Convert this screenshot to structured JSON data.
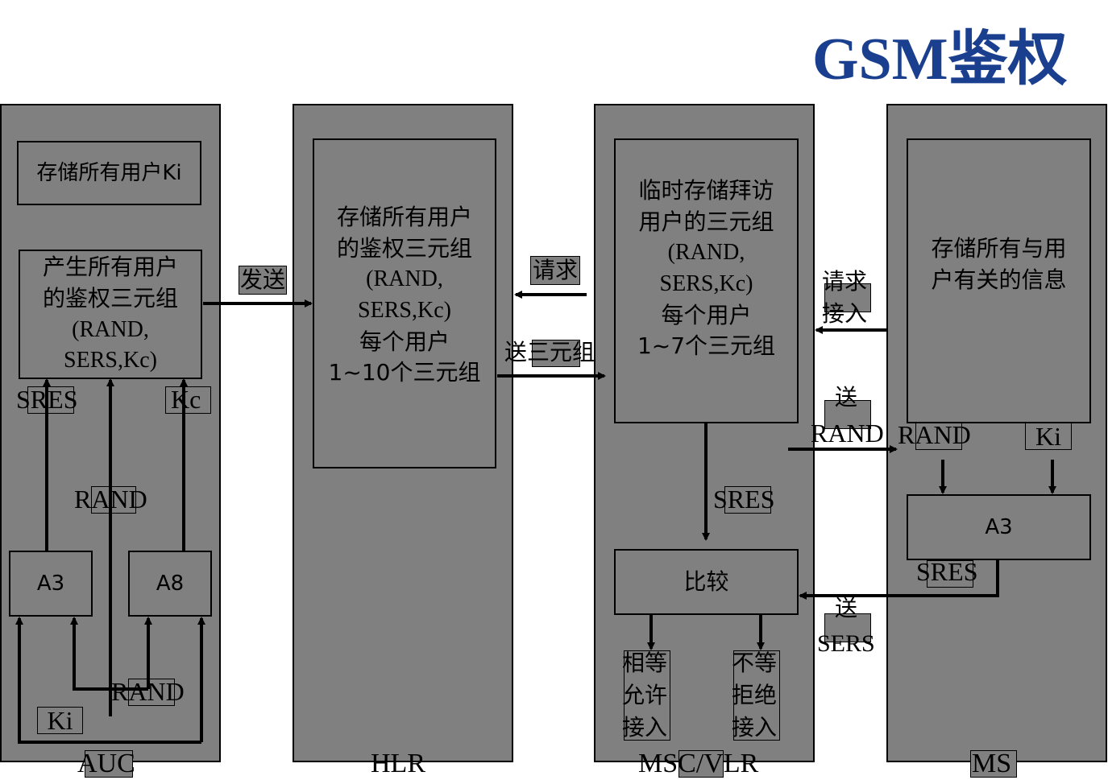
{
  "title": {
    "latin": "GSM",
    "cn": "鉴权"
  },
  "panels": {
    "auc": "AUC",
    "hlr": "HLR",
    "msc_vlr": "MSC/VLR",
    "ms": "MS"
  },
  "auc": {
    "store_ki": "存储所有用户Ki",
    "gen_line1": "产生所有用户",
    "gen_line2": "的鉴权三元组",
    "gen_line3": "(RAND,",
    "gen_line4": "SERS,Kc)",
    "sres": "SRES",
    "kc": "Kc",
    "rand_mid": "RAND",
    "a3": "A3",
    "a8": "A8",
    "rand_bottom": "RAND",
    "ki": "Ki"
  },
  "hlr": {
    "line1": "存储所有用户",
    "line2": "的鉴权三元组",
    "line3": "(RAND,",
    "line4": "SERS,Kc)",
    "line5": "每个用户",
    "line6": "1~10个三元组"
  },
  "vlr": {
    "line1": "临时存储拜访",
    "line2": "用户的三元组",
    "line3": "(RAND,",
    "line4": "SERS,Kc)",
    "line5": "每个用户",
    "line6": "1~7个三元组",
    "sres": "SRES",
    "compare": "比较",
    "equal_1": "相等",
    "equal_2": "允许",
    "equal_3": "接入",
    "notequal_1": "不等",
    "notequal_2": "拒绝",
    "notequal_3": "接入"
  },
  "ms": {
    "line1": "存储所有与用",
    "line2": "户有关的信息",
    "rand": "RAND",
    "ki": "Ki",
    "a3": "A3",
    "sres": "SRES"
  },
  "flows": {
    "send": "发送",
    "request": "请求",
    "send_triplets": "送三元组",
    "request_access_1": "请求",
    "request_access_2": "接入",
    "send_rand_1": "送",
    "send_rand_2": "RAND",
    "send_sers_1": "送",
    "send_sers_2": "SERS"
  }
}
